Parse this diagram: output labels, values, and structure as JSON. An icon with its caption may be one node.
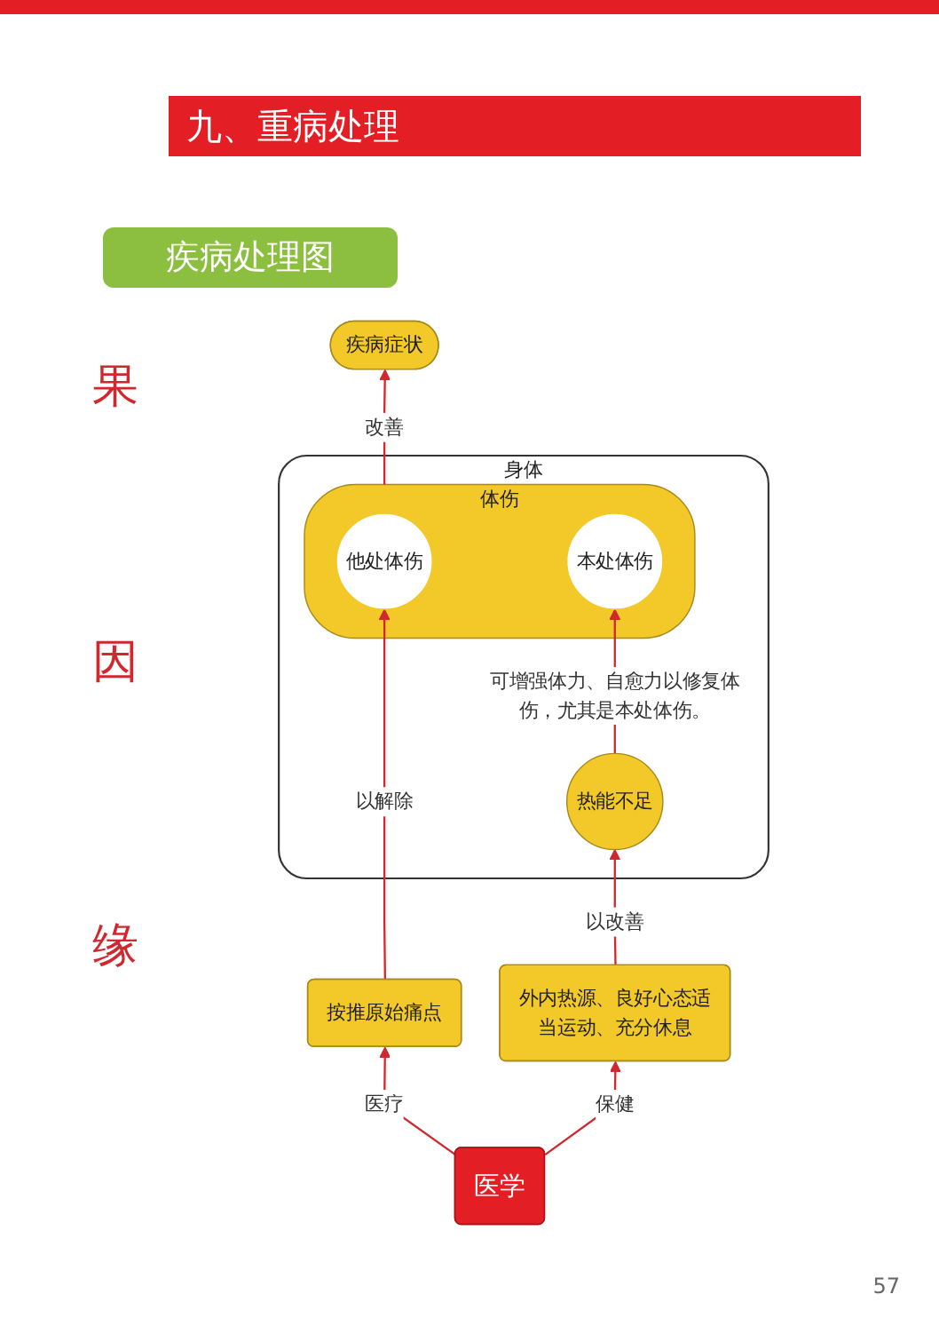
{
  "diagram": {
    "title": "九、重病处理",
    "nodes": [
      {
        "text": [
          "疾病症状"
        ]
      },
      {
        "text": [
          "身体"
        ]
      },
      {
        "text": [
          "体伤"
        ],
        "in": 1
      },
      {
        "text": [
          "他处体伤"
        ],
        "in": 2
      },
      {
        "text": [
          "本处体伤"
        ],
        "in": 2
      },
      {
        "text": [
          "热能不足"
        ],
        "in": 1
      },
      {
        "text": [
          "按推原始痛点"
        ]
      },
      {
        "text": [
          "外内热源、良好心态适当运动、充分休息"
        ]
      },
      {
        "text": [
          "医学"
        ]
      }
    ],
    "edges": [
      {
        "from": 2,
        "to": 0,
        "arrow": "to",
        "label": "改善"
      },
      {
        "from": 5,
        "to": 4,
        "arrow": "to",
        "label": "可增强体力、自愈力以修复体伤，尤其是本处体伤。"
      },
      {
        "from": 6,
        "to": 3,
        "arrow": "to",
        "label": "以解除"
      },
      {
        "from": 7,
        "to": 5,
        "arrow": "to",
        "label": "以改善"
      },
      {
        "from": 8,
        "to": 6,
        "arrow": "to",
        "label": "医疗"
      },
      {
        "from": 8,
        "to": 7,
        "arrow": "to",
        "label": "保健"
      }
    ],
    "labels": [
      "疾病处理图",
      "果",
      "因",
      "缘",
      "57"
    ]
  }
}
